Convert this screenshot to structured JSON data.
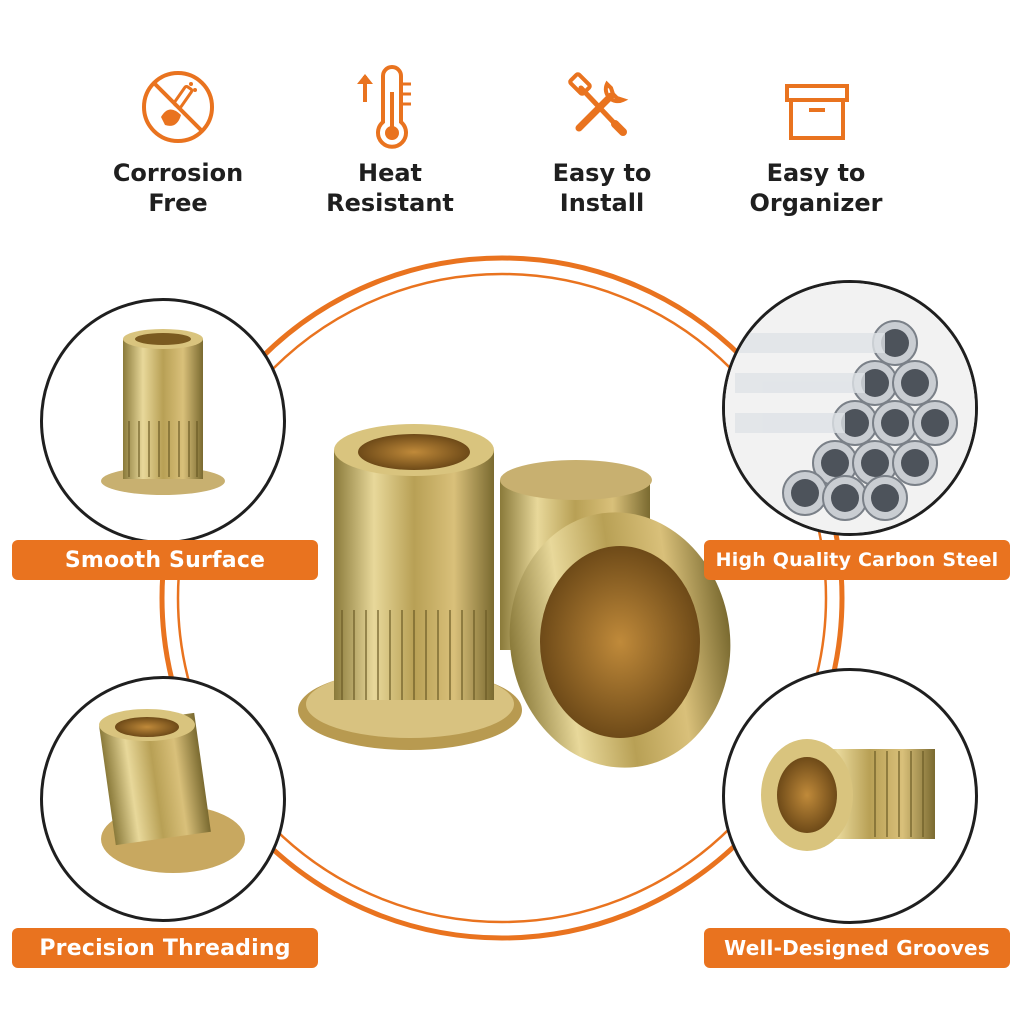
{
  "theme": {
    "accent": "#E9731F",
    "text": "#1F1F1F"
  },
  "features": [
    {
      "icon": "no-corrosion-icon",
      "label": "Corrosion\nFree"
    },
    {
      "icon": "thermometer-icon",
      "label": "Heat\nResistant"
    },
    {
      "icon": "tools-icon",
      "label": "Easy to\nInstall"
    },
    {
      "icon": "box-icon",
      "label": "Easy to\nOrganizer"
    }
  ],
  "callouts": {
    "top_left": "Smooth Surface",
    "top_right": "High Quality Carbon Steel",
    "bottom_left": "Precision Threading",
    "bottom_right": "Well-Designed Grooves"
  }
}
